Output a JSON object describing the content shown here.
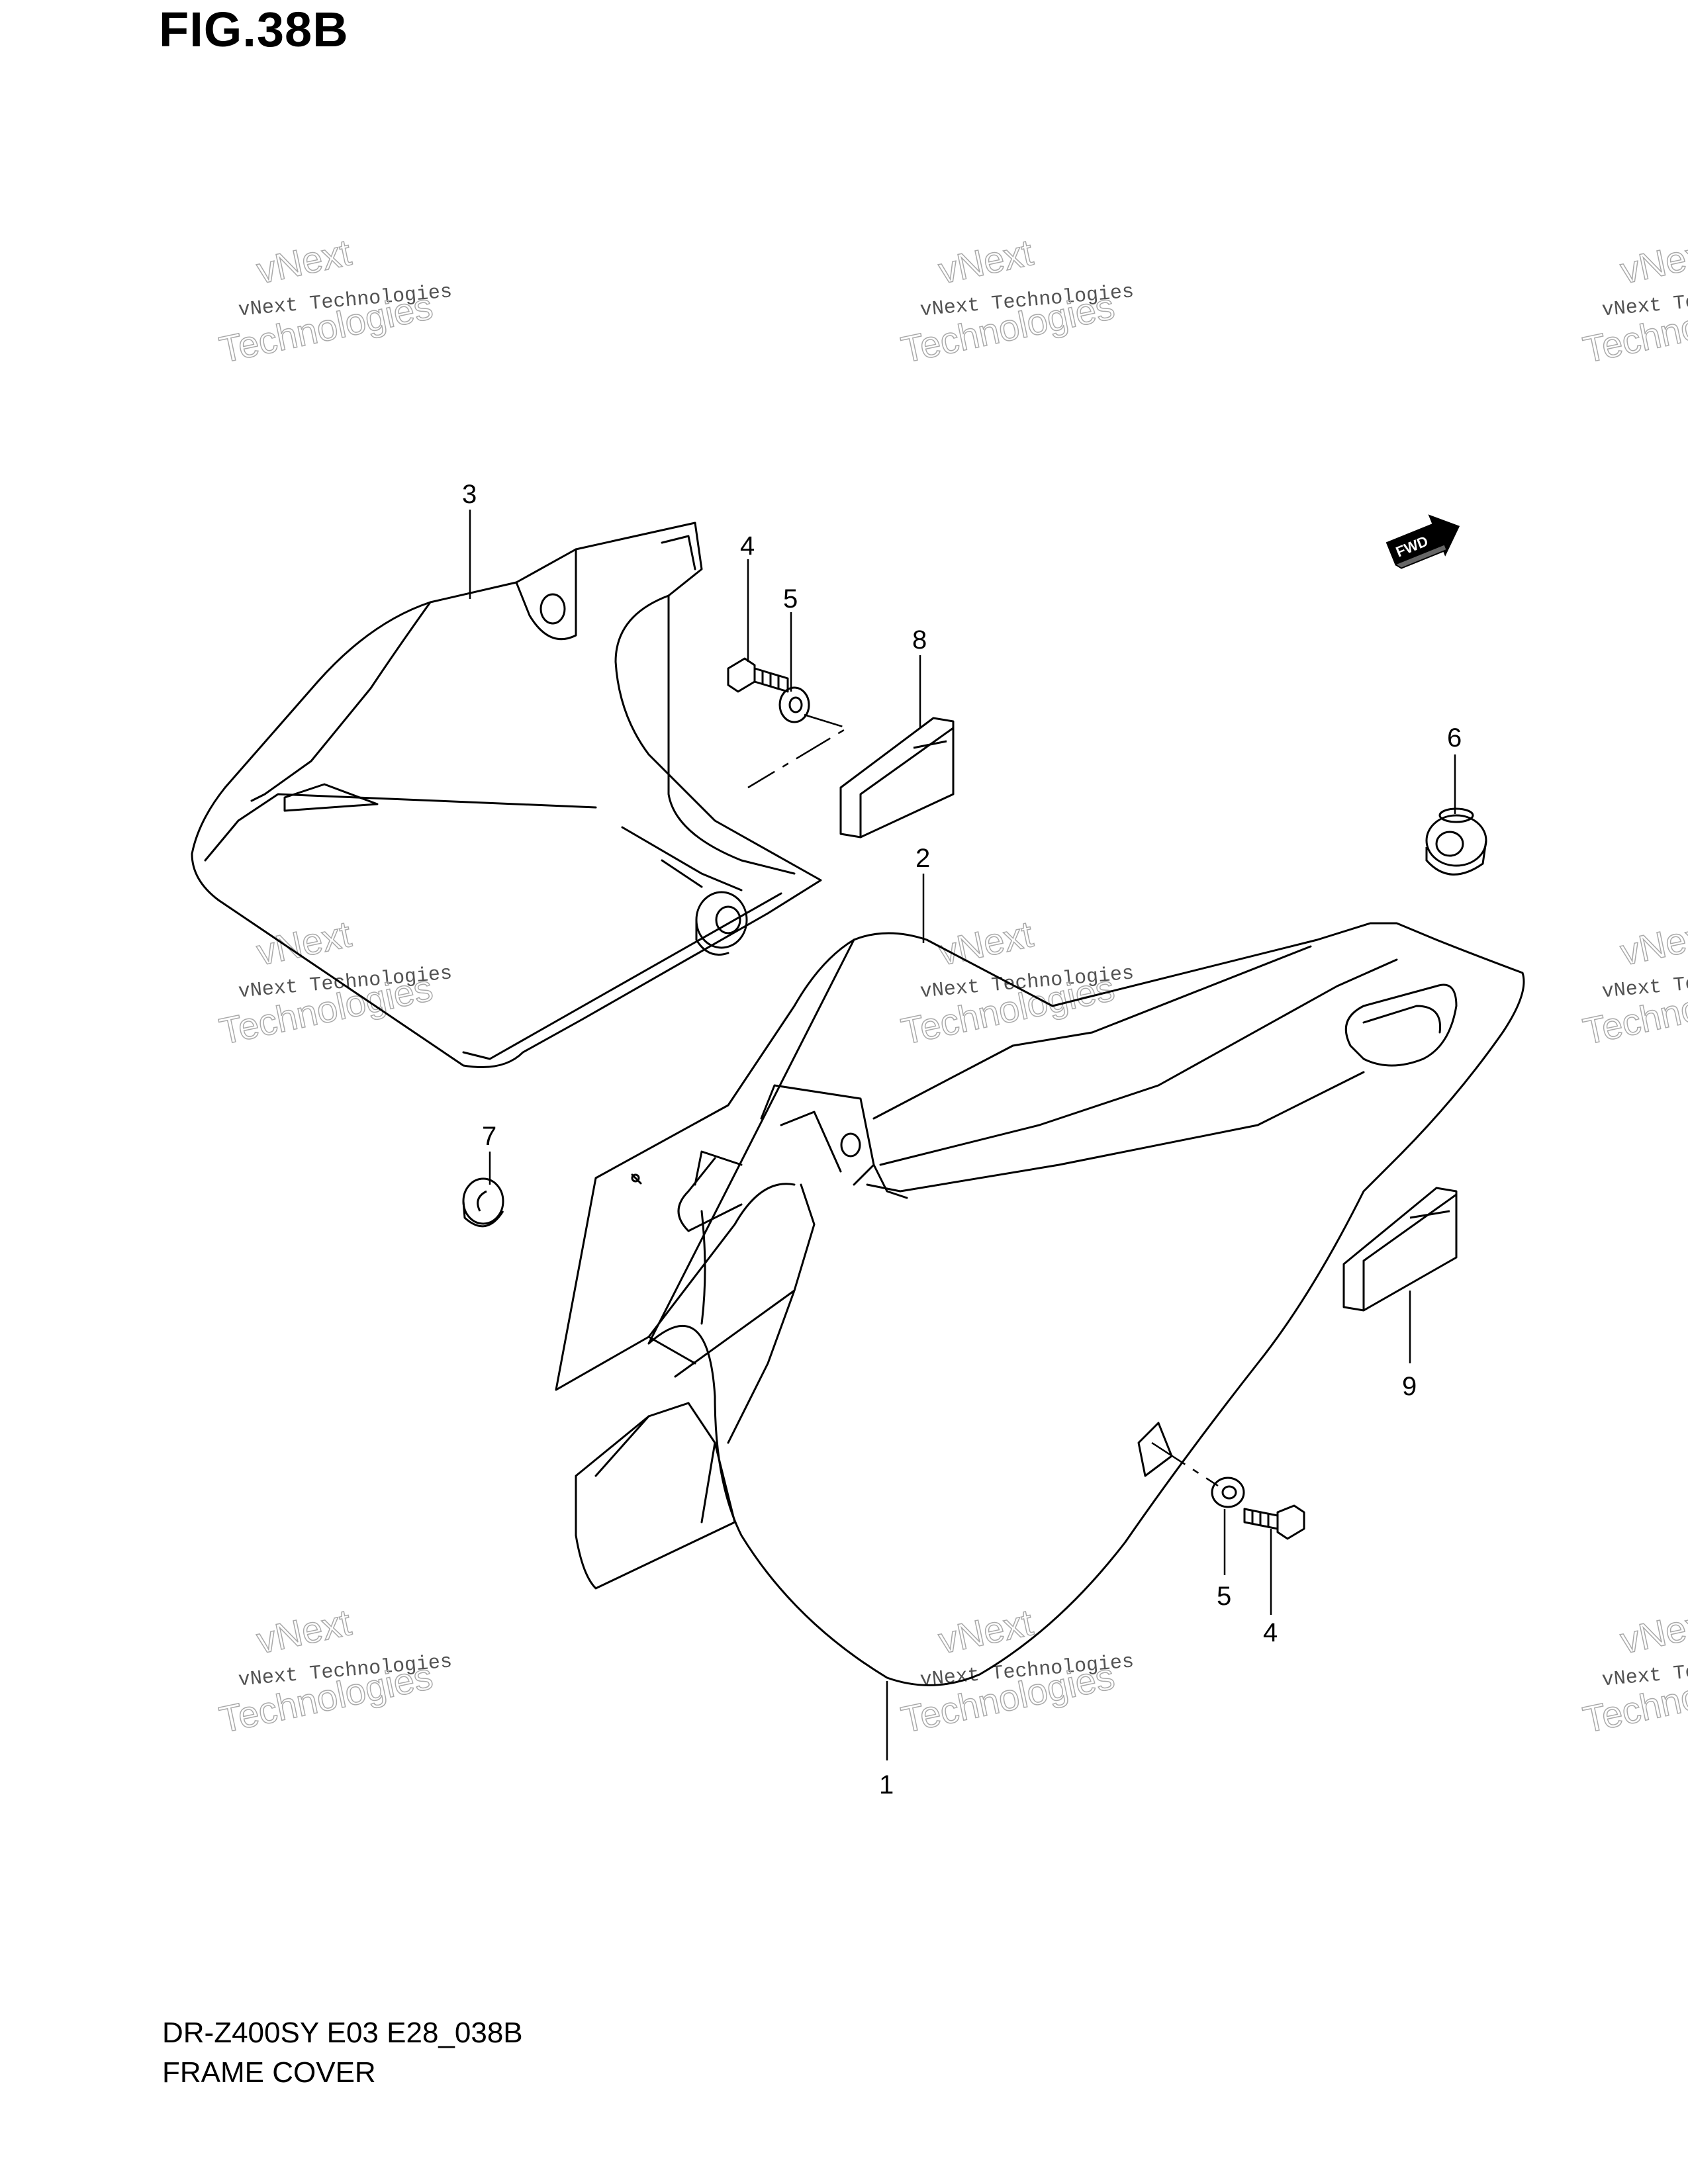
{
  "header": {
    "figure_title": "FIG.38B"
  },
  "footer": {
    "model_code": "DR-Z400SY E03 E28_038B",
    "assembly_name": "FRAME COVER"
  },
  "callouts": {
    "c1": "1",
    "c2": "2",
    "c3": "3",
    "c4_top": "4",
    "c5_top": "5",
    "c6": "6",
    "c7": "7",
    "c8": "8",
    "c9": "9",
    "c5_bottom": "5",
    "c4_bottom": "4"
  },
  "forward_marker": {
    "label": "FWD"
  },
  "watermark": {
    "brand_line": "vNext Technologies",
    "word_top": "vNext",
    "word_bottom": "Technologies"
  }
}
